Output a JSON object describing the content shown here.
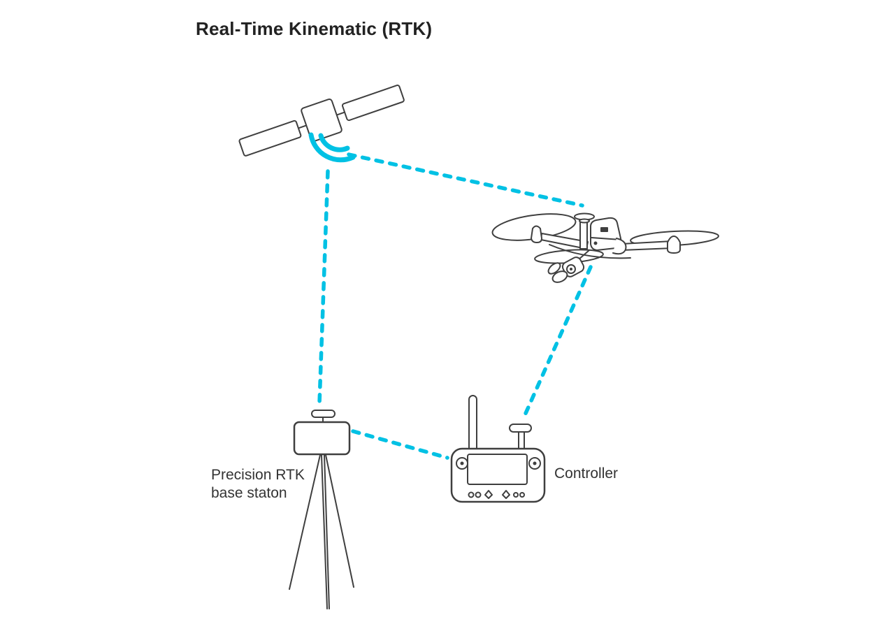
{
  "diagram": {
    "title": "Real-Time Kinematic (RTK)",
    "kind": "rtk-system-schematic",
    "background_color": "#ffffff",
    "accent_color": "#00c1e4",
    "ink_color": "#3f3f3f",
    "labels": {
      "base_station_line1": "Precision RTK",
      "base_station_line2": "base staton",
      "controller": "Controller"
    },
    "nodes": [
      {
        "id": "satellite",
        "kind": "gnss-satellite",
        "label": ""
      },
      {
        "id": "drone",
        "kind": "quadcopter-drone",
        "label": ""
      },
      {
        "id": "base-station",
        "kind": "rtk-base-station-on-tripod",
        "label": "Precision RTK base staton"
      },
      {
        "id": "controller",
        "kind": "remote-controller",
        "label": "Controller"
      }
    ],
    "links": [
      {
        "from": "satellite",
        "to": "drone",
        "style": "dashed",
        "color": "#00c1e4"
      },
      {
        "from": "satellite",
        "to": "base-station",
        "style": "dashed",
        "color": "#00c1e4"
      },
      {
        "from": "drone",
        "to": "controller",
        "style": "dashed",
        "color": "#00c1e4"
      },
      {
        "from": "base-station",
        "to": "controller",
        "style": "dashed",
        "color": "#00c1e4"
      }
    ],
    "icons": [
      "satellite-icon",
      "signal-waves-icon",
      "drone-icon",
      "base-station-icon",
      "tripod-icon",
      "controller-icon"
    ]
  }
}
